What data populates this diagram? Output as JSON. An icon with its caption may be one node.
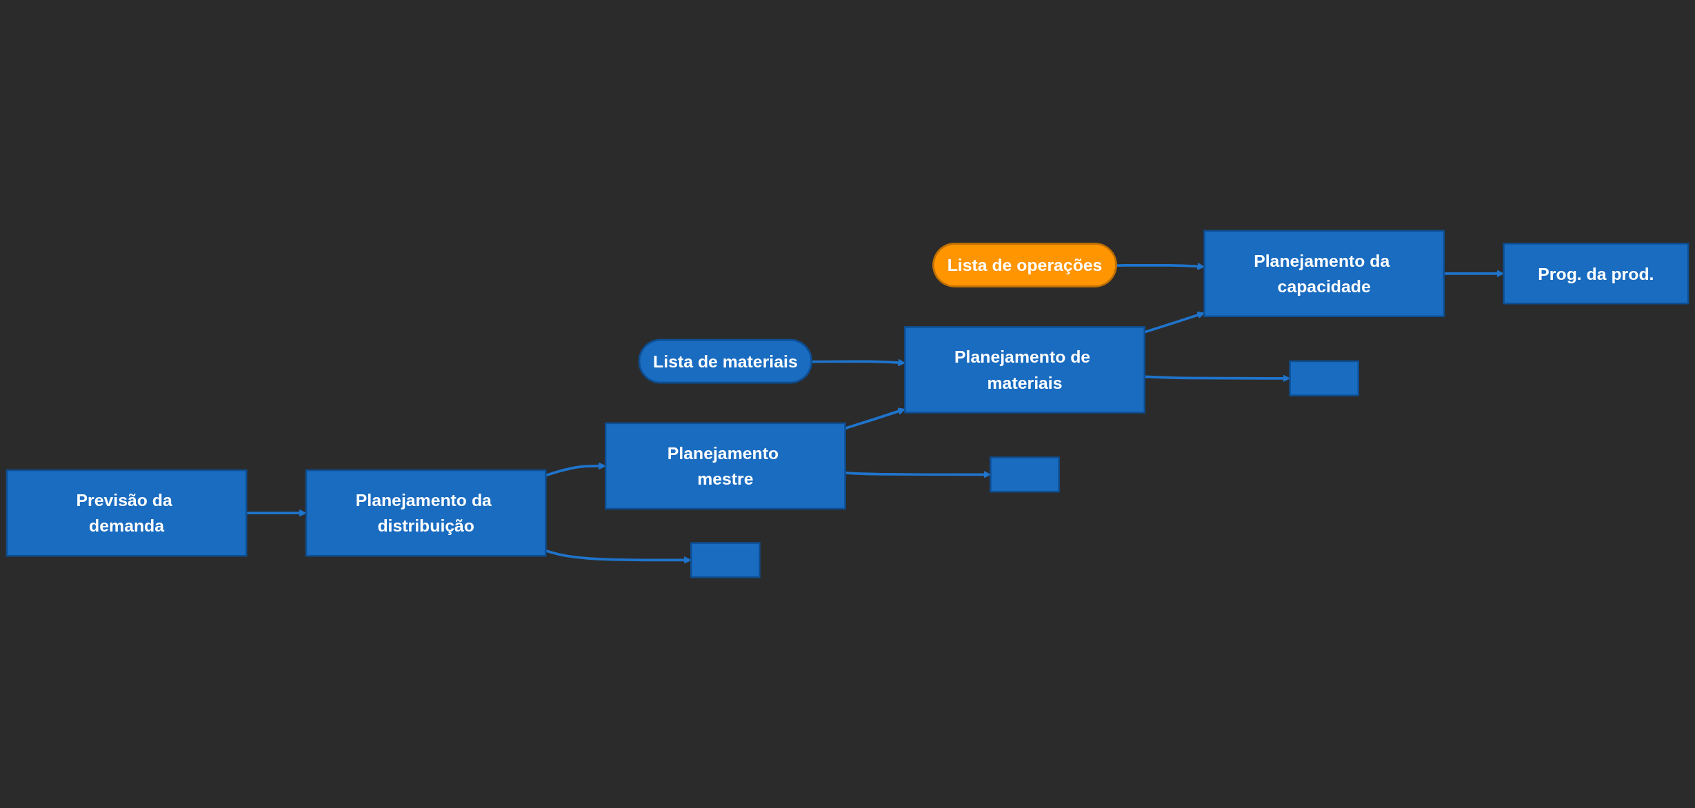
{
  "diagram": {
    "nodes": [
      {
        "text": [
          "Previsão da demanda"
        ]
      },
      {
        "text": [
          "Planejamento da distribuição"
        ]
      },
      {
        "text": [
          "Planejamento mestre"
        ]
      },
      {
        "text": [
          "Lista de materiais"
        ]
      },
      {
        "text": [
          "Planejamento de materiais"
        ]
      },
      {
        "text": [
          "Lista de operações"
        ]
      },
      {
        "text": [
          "Planejamento da capacidade"
        ]
      },
      {
        "text": [],
        "shape": "box"
      },
      {
        "text": [],
        "shape": "box"
      },
      {
        "text": [],
        "shape": "box"
      },
      {
        "text": [
          "Prog. da prod."
        ]
      }
    ],
    "edges": [
      {
        "from": 0,
        "to": 1,
        "arrow": "to"
      },
      {
        "from": 1,
        "to": 7,
        "arrow": "to"
      },
      {
        "from": 1,
        "to": 2,
        "arrow": "to"
      },
      {
        "from": 2,
        "to": 8,
        "arrow": "to"
      },
      {
        "from": 2,
        "to": 4,
        "arrow": "to"
      },
      {
        "from": 3,
        "to": 4,
        "arrow": "to"
      },
      {
        "from": 4,
        "to": 9,
        "arrow": "to"
      },
      {
        "from": 4,
        "to": 6,
        "arrow": "to"
      },
      {
        "from": 5,
        "to": 6,
        "arrow": "to"
      },
      {
        "from": 6,
        "to": 10,
        "arrow": "to"
      }
    ]
  }
}
